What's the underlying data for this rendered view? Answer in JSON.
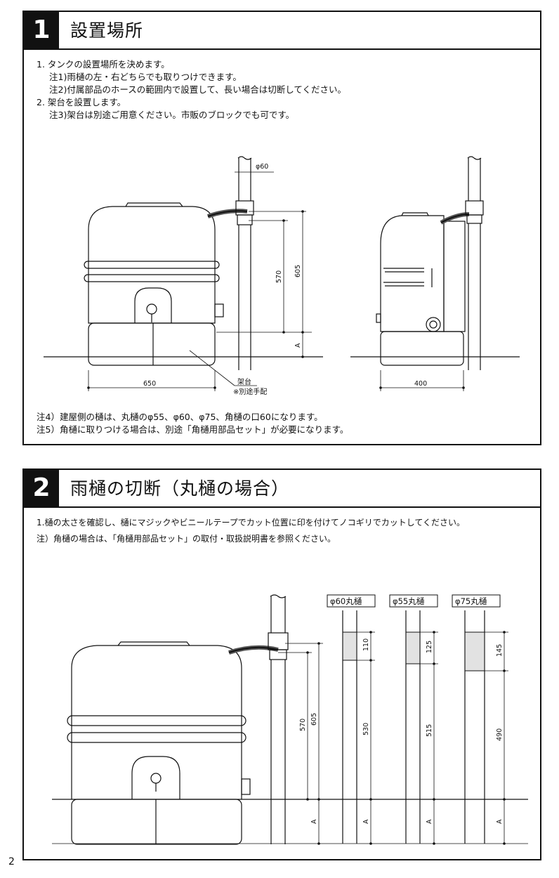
{
  "page_number": "2",
  "section1": {
    "number": "1",
    "title": "設置場所",
    "lines": [
      "1. タンクの設置場所を決めます。",
      "注1)雨樋の左・右どちらでも取りつけできます。",
      "注2)付属部品のホースの範囲内で設置して、長い場合は切断してください。",
      "2. 架台を設置します。",
      "注3)架台は別途ご用意ください。市販のブロックでも可です。"
    ],
    "figure": {
      "pipe_diameter": "φ60",
      "dim_570": "570",
      "dim_605": "605",
      "dim_a": "A",
      "dim_650": "650",
      "dim_400": "400",
      "stand_label": "架台",
      "stand_note": "※別途手配"
    },
    "notes": [
      "注4）建屋側の樋は、丸樋のφ55、φ60、φ75、角樋の口60になります。",
      "注5）角樋に取りつける場合は、別途「角樋用部品セット」が必要になります。"
    ]
  },
  "section2": {
    "number": "2",
    "title": "雨樋の切断（丸樋の場合）",
    "lines": [
      "1.樋の太さを確認し、樋にマジックやビニールテープでカット位置に印を付けてノコギリでカットしてください。",
      "注）角樋の場合は、「角樋用部品セット」の取付・取扱説明書を参照ください。"
    ],
    "figure": {
      "dim_570": "570",
      "dim_605": "605",
      "dim_a": "A",
      "pipes": [
        {
          "label": "φ60丸樋",
          "cut": "110",
          "rest": "530"
        },
        {
          "label": "φ55丸樋",
          "cut": "125",
          "rest": "515"
        },
        {
          "label": "φ75丸樋",
          "cut": "145",
          "rest": "490"
        }
      ]
    }
  }
}
